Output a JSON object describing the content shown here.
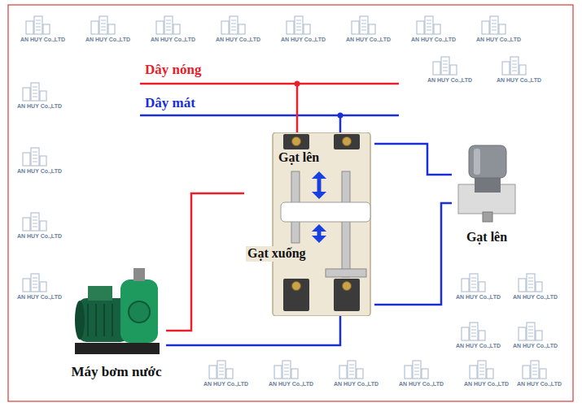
{
  "diagram": {
    "nodes": [
      {
        "text": [
          "Gạt lên",
          "Gạt xuống"
        ]
      },
      {
        "text": [
          "Gạt lên"
        ]
      },
      {
        "text": [
          "Máy bơm nước"
        ]
      }
    ],
    "edges": [
      {
        "from": 0,
        "to": 2,
        "arrow": "none"
      },
      {
        "from": 0,
        "to": 2,
        "arrow": "none"
      },
      {
        "from": 0,
        "to": 1,
        "arrow": "none"
      },
      {
        "from": 1,
        "to": 0,
        "arrow": "none"
      }
    ],
    "labels": [
      "Dây nóng",
      "Dây mát",
      "AN HUY Co.,LTD",
      "AN HUY Co.,LTD",
      "AN HUY Co.,LTD",
      "AN HUY Co.,LTD",
      "AN HUY Co.,LTD",
      "AN HUY Co.,LTD",
      "AN HUY Co.,LTD",
      "AN HUY Co.,LTD",
      "AN HUY Co.,LTD",
      "AN HUY Co.,LTD",
      "AN HUY Co.,LTD",
      "AN HUY Co.,LTD",
      "AN HUY Co.,LTD",
      "AN HUY Co.,LTD",
      "AN HUY Co.,LTD",
      "AN HUY Co.,LTD",
      "AN HUY Co.,LTD",
      "AN HUY Co.,LTD",
      "AN HUY Co.,LTD",
      "AN HUY Co.,LTD",
      "AN HUY Co.,LTD",
      "AN HUY Co.,LTD",
      "AN HUY Co.,LTD",
      "AN HUY Co.,LTD"
    ]
  }
}
